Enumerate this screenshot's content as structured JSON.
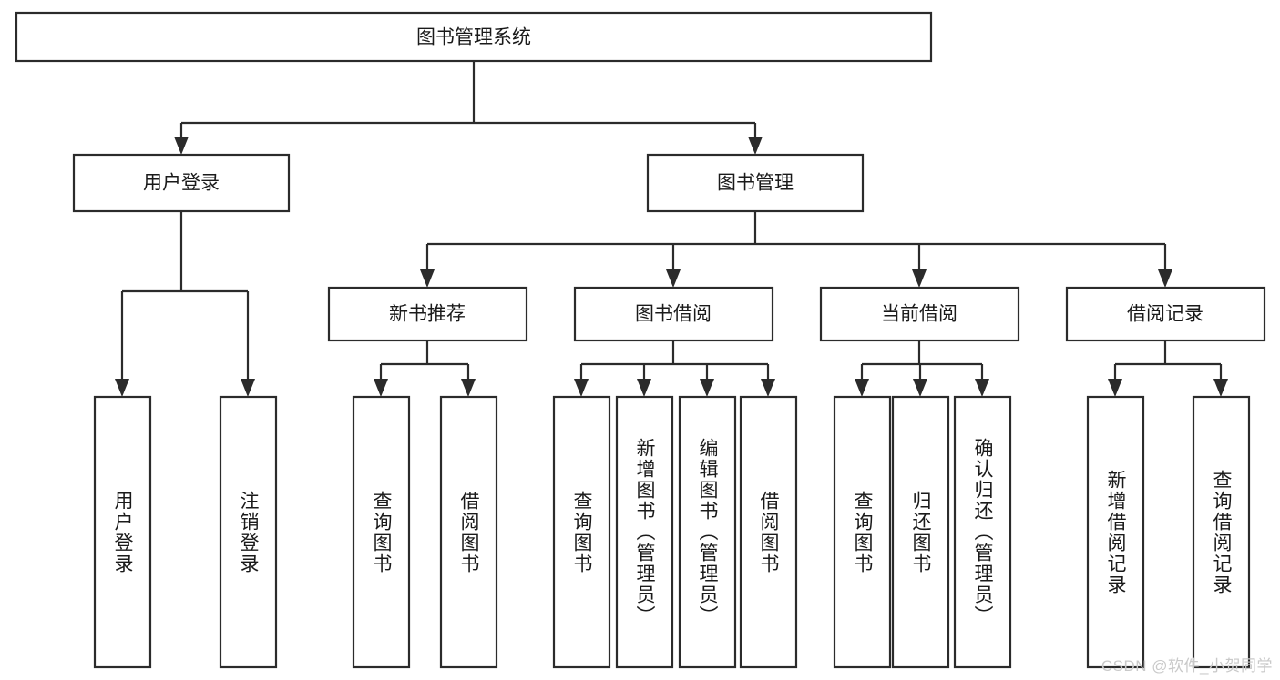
{
  "diagram": {
    "title": "图书管理系统",
    "type": "tree-hierarchy-diagram",
    "colors": {
      "box_stroke": "#2b2b2b",
      "box_fill": "#ffffff",
      "edge": "#2b2b2b",
      "text": "#1a1a1a",
      "background": "#ffffff",
      "watermark": "#c9c9c9"
    },
    "root": {
      "label": "图书管理系统"
    },
    "level2": [
      {
        "label": "用户登录"
      },
      {
        "label": "图书管理"
      }
    ],
    "level3": [
      {
        "label": "新书推荐"
      },
      {
        "label": "图书借阅"
      },
      {
        "label": "当前借阅"
      },
      {
        "label": "借阅记录"
      }
    ],
    "leaves": {
      "user_login": [
        {
          "label": "用户登录"
        },
        {
          "label": "注销登录"
        }
      ],
      "new_book_recommend": [
        {
          "label": "查询图书"
        },
        {
          "label": "借阅图书"
        }
      ],
      "book_borrow": [
        {
          "label": "查询图书"
        },
        {
          "label": "新增图书（管理员）"
        },
        {
          "label": "编辑图书（管理员）"
        },
        {
          "label": "借阅图书"
        }
      ],
      "current_borrow": [
        {
          "label": "查询图书"
        },
        {
          "label": "归还图书"
        },
        {
          "label": "确认归还（管理员）"
        }
      ],
      "borrow_record": [
        {
          "label": "新增借阅记录"
        },
        {
          "label": "查询借阅记录"
        }
      ]
    }
  },
  "watermark": {
    "text": "CSDN @软件_小贺同学"
  }
}
